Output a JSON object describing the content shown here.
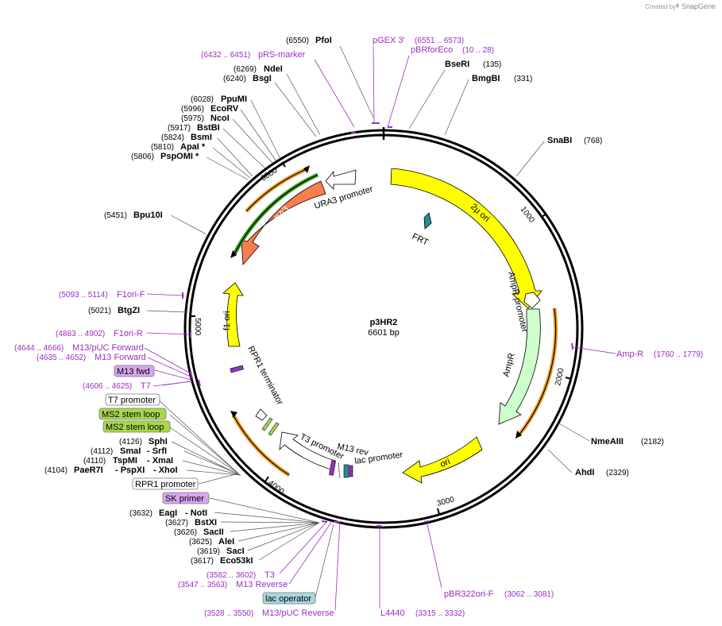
{
  "credit": {
    "text": "Created by",
    "brand": "SnapGene"
  },
  "plasmid": {
    "name": "p3HR2",
    "size": "6601 bp"
  },
  "ticks": [
    "1000",
    "2000",
    "3000",
    "4000",
    "5000",
    "6000"
  ],
  "enzymes": [
    {
      "pos": "(6550)",
      "name": "PfoI"
    },
    {
      "pos": "(6269)",
      "name": "NdeI"
    },
    {
      "pos": "(6240)",
      "name": "BsgI"
    },
    {
      "pos": "(6028)",
      "name": "PpuMI"
    },
    {
      "pos": "(5996)",
      "name": "EcoRV"
    },
    {
      "pos": "(5975)",
      "name": "NcoI"
    },
    {
      "pos": "(5917)",
      "name": "BstBI"
    },
    {
      "pos": "(5824)",
      "name": "BsmI"
    },
    {
      "pos": "(5810)",
      "name": "ApaI *"
    },
    {
      "pos": "(5806)",
      "name": "PspOMI *"
    },
    {
      "pos": "(5451)",
      "name": "Bpu10I"
    },
    {
      "pos": "(5021)",
      "name": "BtgZI"
    },
    {
      "pos": "(4126)",
      "name": "SphI"
    },
    {
      "pos": "(4112)",
      "name": "SmaI",
      "name2": "- SrfI"
    },
    {
      "pos": "(4110)",
      "name": "TspMI",
      "name2": "- XmaI"
    },
    {
      "pos": "(4104)",
      "name": "PaeR7I",
      "name2": "- PspXI",
      "name3": "- XhoI"
    },
    {
      "pos": "(3632)",
      "name": "EagI",
      "name2": "- NotI"
    },
    {
      "pos": "(3627)",
      "name": "BstXI"
    },
    {
      "pos": "(3626)",
      "name": "SacII"
    },
    {
      "pos": "(3625)",
      "name": "AleI"
    },
    {
      "pos": "(3619)",
      "name": "SacI"
    },
    {
      "pos": "(3617)",
      "name": "Eco53kI"
    },
    {
      "pos": "(135)",
      "name": "BseRI"
    },
    {
      "pos": "(331)",
      "name": "BmgBI"
    },
    {
      "pos": "(768)",
      "name": "SnaBI"
    },
    {
      "pos": "(2182)",
      "name": "NmeAIII"
    },
    {
      "pos": "(2329)",
      "name": "AhdI"
    }
  ],
  "primers": [
    {
      "pos": "(6432 .. 6451)",
      "name": "pRS-marker"
    },
    {
      "pos": "(5093 .. 5114)",
      "name": "F1ori-F"
    },
    {
      "pos": "(4883 .. 4902)",
      "name": "F1ori-R"
    },
    {
      "pos": "(4644 .. 4666)",
      "name": "M13/pUC Forward"
    },
    {
      "pos": "(4635 .. 4652)",
      "name": "M13 Forward"
    },
    {
      "pos": "(4606 .. 4625)",
      "name": "T7"
    },
    {
      "pos": "(3582 .. 3602)",
      "name": "T3"
    },
    {
      "pos": "(3547 .. 3563)",
      "name": "M13 Reverse"
    },
    {
      "pos": "(3528 .. 3550)",
      "name": "M13/pUC Reverse"
    },
    {
      "pos": "(3315 .. 3332)",
      "name": "L4440"
    },
    {
      "pos": "(3062 .. 3081)",
      "name": "pBR322ori-F"
    },
    {
      "pos": "(1760 .. 1779)",
      "name": "Amp-R"
    },
    {
      "pos": "(10 .. 28)",
      "name": "pBRforEco"
    },
    {
      "pos": "(6551 .. 6573)",
      "name": "pGEX 3'"
    }
  ],
  "boxes": {
    "m13fwd": "M13 fwd",
    "t7prom": "T7 promoter",
    "ms2a": "MS2 stem loop",
    "ms2b": "MS2 stem loop",
    "rpr1prom": "RPR1 promoter",
    "skprimer": "SK primer",
    "lacop": "lac operator"
  },
  "features": {
    "ura3promoter": "URA3 promoter",
    "ura3": "URA3",
    "twomu": "2μ ori",
    "frt": "FRT",
    "ampRpromoter": "AmpR promoter",
    "ampR": "AmpR",
    "ori": "ori",
    "f1ori": "f1 ori",
    "rpr1term": "RPR1 terminator",
    "t3prom": "T3 promoter",
    "m13rev": "M13 rev",
    "lacprom": "lac promoter"
  },
  "colors": {
    "yellow": "#ffff00",
    "ura3": "#f77f4f",
    "ampR": "#ccffcc",
    "primer": "#9b2fbf",
    "primerBox": "#d9a6f2",
    "ms2Box": "#a8d84a",
    "lacBox": "#a8d8e0"
  }
}
